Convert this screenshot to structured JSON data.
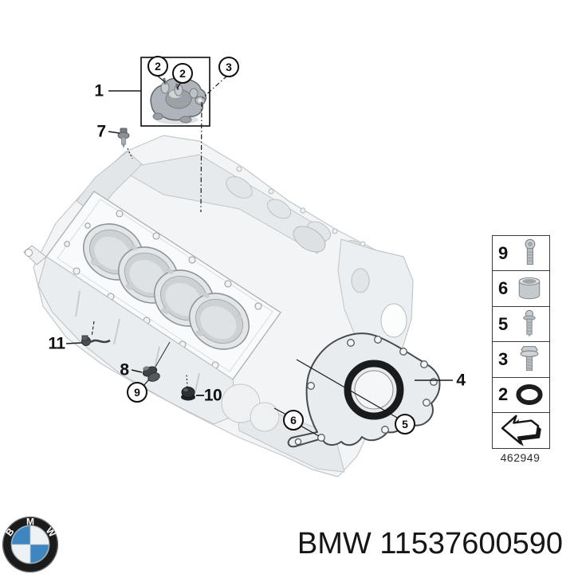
{
  "callouts": [
    {
      "label": "1",
      "style": "plain",
      "points_to": "oil-pump-cover-frame"
    },
    {
      "label": "2",
      "style": "circled",
      "points_to": "cover-stud-left"
    },
    {
      "label": "2",
      "style": "circled",
      "points_to": "cover-stud-right"
    },
    {
      "label": "3",
      "style": "circled",
      "points_to": "cover-bolt"
    },
    {
      "label": "7",
      "style": "plain",
      "points_to": "temperature-sensor"
    },
    {
      "label": "11",
      "style": "plain",
      "points_to": "position-sensor"
    },
    {
      "label": "8",
      "style": "plain",
      "points_to": "check-valve"
    },
    {
      "label": "9",
      "style": "circled",
      "points_to": "valve-bolt"
    },
    {
      "label": "10",
      "style": "plain",
      "points_to": "screw-plug"
    },
    {
      "label": "4",
      "style": "plain",
      "points_to": "crankshaft-seal-plate"
    },
    {
      "label": "5",
      "style": "circled",
      "points_to": "plate-bolt"
    },
    {
      "label": "6",
      "style": "circled",
      "points_to": "dowel-sleeve"
    }
  ],
  "legend": {
    "rows": [
      {
        "num": "9",
        "icon": "socket-head-bolt-icon"
      },
      {
        "num": "6",
        "icon": "dowel-sleeve-icon"
      },
      {
        "num": "5",
        "icon": "collar-bolt-icon"
      },
      {
        "num": "3",
        "icon": "hex-flange-screw-icon"
      },
      {
        "num": "2",
        "icon": "o-ring-icon"
      }
    ],
    "arrow_icon": "install-direction-arrow-icon",
    "footnote": "462949"
  },
  "footer": {
    "part_number": "BMW 11537600590"
  },
  "logo": {
    "letter_b": "B",
    "letter_m": "M",
    "letter_w": "W"
  },
  "colors": {
    "line": "#1a1a1a",
    "bmw_blue": "#3f86c0",
    "block_light": "#f2f4f5",
    "block_mid": "#e7eaec",
    "part_dark": "#aeb4b9"
  }
}
